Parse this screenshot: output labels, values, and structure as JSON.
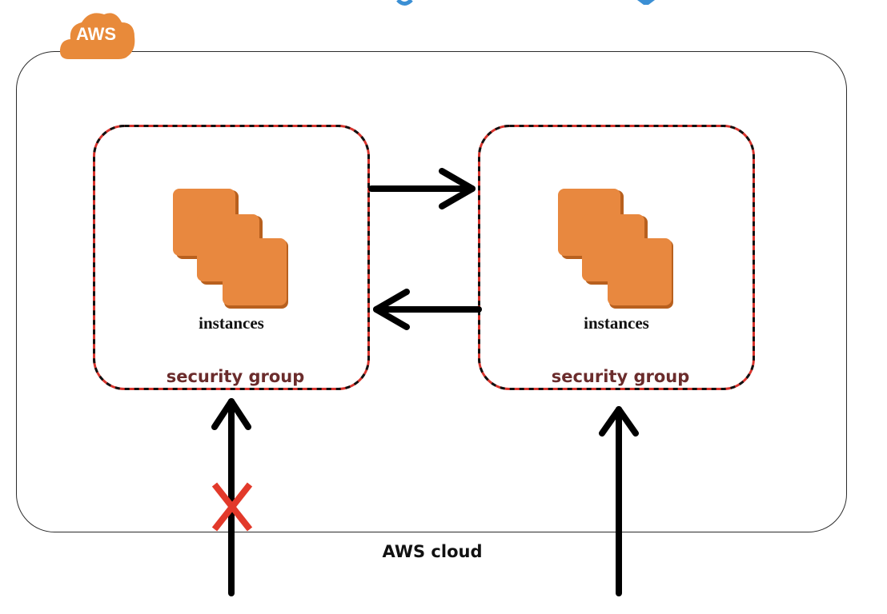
{
  "logo": {
    "text": "AWS",
    "color": "#e88a3a"
  },
  "cloud": {
    "label": "AWS cloud"
  },
  "groups": [
    {
      "label": "security group",
      "instances_label": "instances"
    },
    {
      "label": "security group",
      "instances_label": "instances"
    }
  ],
  "colors": {
    "instance_fill": "#e8883f",
    "instance_shadow": "#b8601e",
    "security_group_border": "#d8332c",
    "arrow": "#000000",
    "blocked_mark": "#e2392a"
  },
  "connections": [
    {
      "from": "security-group-left",
      "to": "security-group-right",
      "status": "allowed"
    },
    {
      "from": "security-group-right",
      "to": "security-group-left",
      "status": "allowed"
    },
    {
      "from": "internet",
      "to": "security-group-left",
      "status": "blocked"
    },
    {
      "from": "internet",
      "to": "security-group-right",
      "status": "allowed"
    }
  ]
}
